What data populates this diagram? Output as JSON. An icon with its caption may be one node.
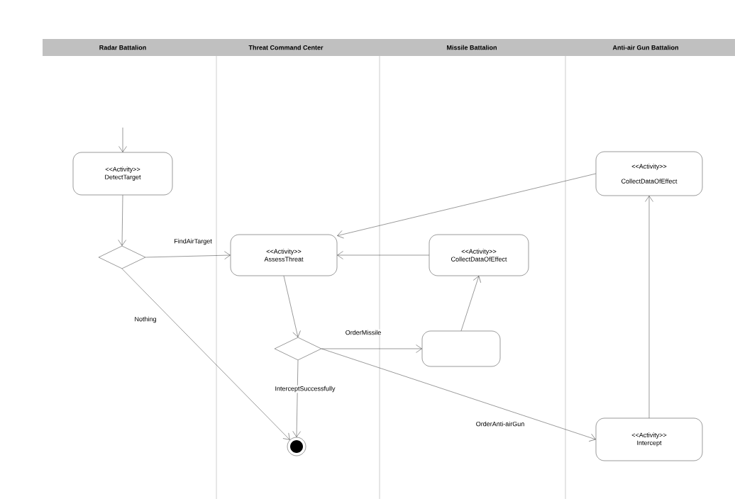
{
  "diagram": {
    "nodes": [
      {
        "text": [
          "<<Activity>>",
          "DetectTarget"
        ]
      },
      {
        "text": [],
        "shape": "diamond"
      },
      {
        "text": [
          "<<Activity>>",
          "AssessThreat"
        ]
      },
      {
        "text": [
          "<<Activity>>",
          "CollectDataOfEffect"
        ]
      },
      {
        "text": [
          "<<Activity>>",
          "CollectDataOfEffect"
        ]
      },
      {
        "text": [],
        "shape": "diamond"
      },
      {
        "text": [],
        "shape": "circle"
      },
      {
        "text": [],
        "shape": "box"
      },
      {
        "text": [
          "<<Activity>>",
          "Intercept"
        ]
      }
    ],
    "edges": [
      {
        "from": null,
        "to": 0,
        "arrow": "to"
      },
      {
        "from": 0,
        "to": 1,
        "arrow": "to"
      },
      {
        "from": 1,
        "to": 2,
        "arrow": "to",
        "label": "FindAirTarget"
      },
      {
        "from": 1,
        "to": 6,
        "arrow": "to",
        "label": "Nothing"
      },
      {
        "from": 2,
        "to": 5,
        "arrow": "to"
      },
      {
        "from": 5,
        "to": 6,
        "arrow": "to",
        "label": "InterceptSuccessfully"
      },
      {
        "from": 5,
        "to": 7,
        "arrow": "to",
        "label": "OrderMissile"
      },
      {
        "from": 5,
        "to": 8,
        "arrow": "to",
        "label": "OrderAnti-airGun"
      },
      {
        "from": 7,
        "to": 3,
        "arrow": "to"
      },
      {
        "from": 8,
        "to": 4,
        "arrow": "to"
      },
      {
        "from": 3,
        "to": 2,
        "arrow": "to"
      },
      {
        "from": 4,
        "to": 2,
        "arrow": "to"
      }
    ],
    "labels": [
      "Radar Battalion",
      "Threat Command Center",
      "Missile Battalion",
      "Anti-air Gun Battalion"
    ]
  }
}
